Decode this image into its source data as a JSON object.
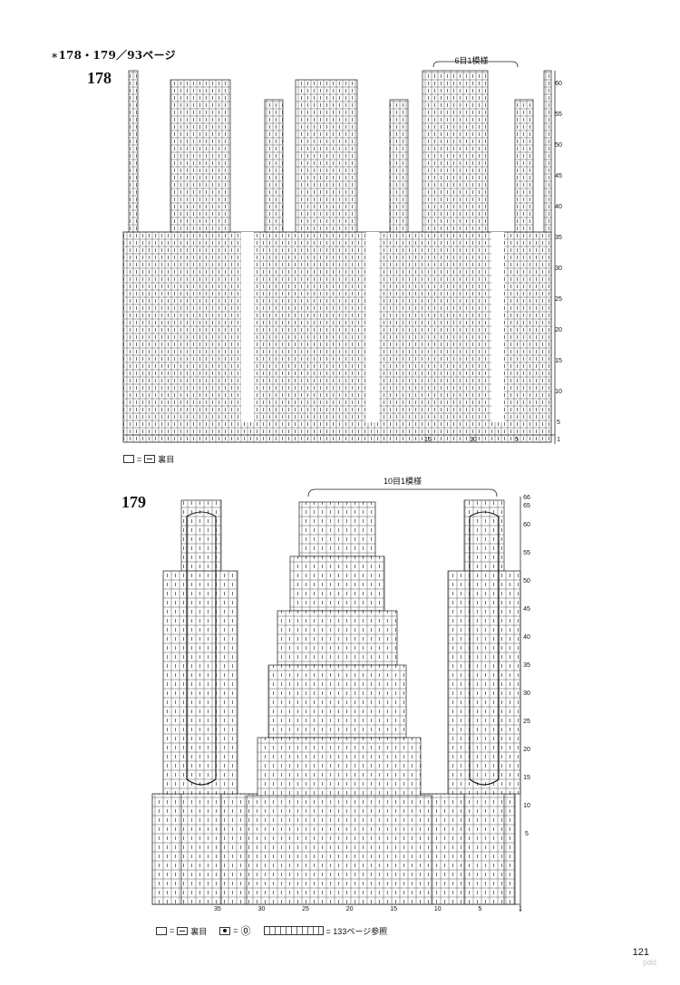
{
  "header": {
    "title": "∗178・179／93ページ"
  },
  "chart178": {
    "number": "178",
    "repeat_label": "6目1模様",
    "row_numbers": [
      "60",
      "55",
      "50",
      "45",
      "40",
      "35",
      "30",
      "25",
      "20",
      "15",
      "10",
      "5"
    ],
    "stitch_numbers": [
      "15",
      "10",
      "5",
      "1"
    ],
    "legend": {
      "eq": "=",
      "text": "裏目"
    }
  },
  "chart179": {
    "number": "179",
    "repeat_label": "10目1模様",
    "row_numbers": [
      "66",
      "65",
      "60",
      "55",
      "50",
      "45",
      "40",
      "35",
      "30",
      "25",
      "20",
      "15",
      "10",
      "5"
    ],
    "stitch_numbers": [
      "35",
      "30",
      "25",
      "20",
      "15",
      "10",
      "5",
      "1"
    ],
    "legend": {
      "eq": "=",
      "purl_text": "裏目",
      "bobble_eq": "=",
      "cable_text": "= 133ページ参照"
    }
  },
  "page": {
    "number": "121",
    "watermark": "pdd"
  }
}
